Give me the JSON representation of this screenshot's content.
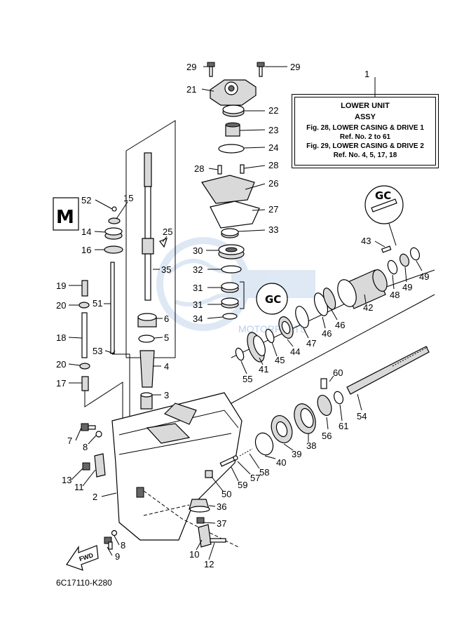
{
  "legend": {
    "number": "1",
    "title": "LOWER UNIT",
    "subtitle": "ASSY",
    "refs": [
      "Fig. 28, LOWER CASING & DRIVE 1",
      "Ref. No. 2 to 61",
      "Fig. 29, LOWER CASING & DRIVE 2",
      "Ref. No. 4, 5, 17, 18"
    ]
  },
  "footer_code": "6C17110-K280",
  "watermark_text": "MOTORPARTS",
  "fwd_label": "FWD",
  "callouts": {
    "c29a": "29",
    "c29b": "29",
    "c21": "21",
    "c22": "22",
    "c23": "23",
    "c24": "24",
    "c28a": "28",
    "c28b": "28",
    "c26": "26",
    "c27": "27",
    "c33": "33",
    "c30": "30",
    "c32": "32",
    "c31a": "31",
    "c31b": "31",
    "c34": "34",
    "c52": "52",
    "c15": "15",
    "c14": "14",
    "c16": "16",
    "c25": "25",
    "c35": "35",
    "c19": "19",
    "c20a": "20",
    "c51": "51",
    "c6": "6",
    "c5": "5",
    "c18": "18",
    "c53": "53",
    "c20b": "20",
    "c4": "4",
    "c17": "17",
    "c3": "3",
    "c7": "7",
    "c8a": "8",
    "c13": "13",
    "c11": "11",
    "c2": "2",
    "c8b": "8",
    "c9": "9",
    "c10": "10",
    "c12": "12",
    "c36": "36",
    "c37": "37",
    "c50": "50",
    "c59": "59",
    "c57": "57",
    "c58": "58",
    "c40": "40",
    "c39": "39",
    "c38": "38",
    "c56": "56",
    "c61": "61",
    "c60": "60",
    "c54": "54",
    "c55": "55",
    "c41": "41",
    "c45": "45",
    "c44": "44",
    "c47": "47",
    "c46a": "46",
    "c46b": "46",
    "c42": "42",
    "c48": "48",
    "c49a": "49",
    "c49b": "49",
    "c43": "43"
  }
}
